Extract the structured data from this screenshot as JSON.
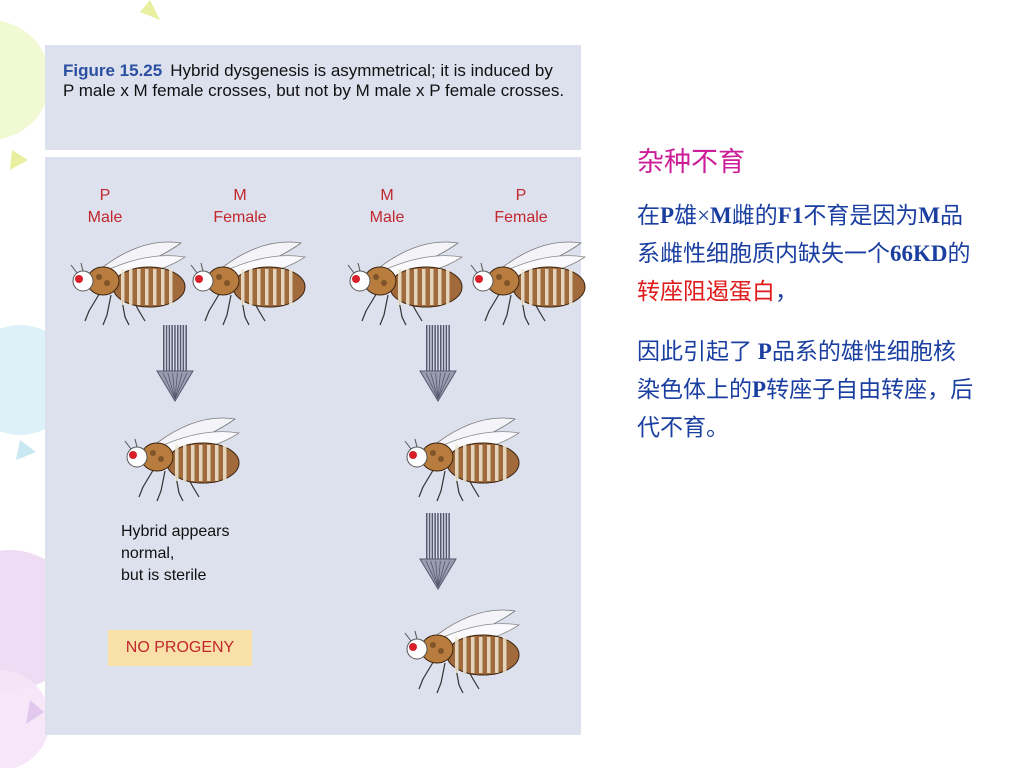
{
  "caption": {
    "figure_label": "Figure 15.25",
    "text": "Hybrid dysgenesis is asymmetrical; it is induced by P male x M female crosses, but not by M male x P female crosses."
  },
  "crosses": {
    "left": {
      "male_line1": "P",
      "male_line2": "Male",
      "female_line1": "M",
      "female_line2": "Female"
    },
    "right": {
      "male_line1": "M",
      "male_line2": "Male",
      "female_line1": "P",
      "female_line2": "Female"
    }
  },
  "hybrid_note": {
    "line1": "Hybrid appears",
    "line2": "normal,",
    "line3": "but is sterile"
  },
  "no_progeny": "NO PROGENY",
  "side": {
    "title": "杂种不育",
    "p1": {
      "s1": "在",
      "s2": "P",
      "s3": "雄×",
      "s4": "M",
      "s5": "雌的",
      "s6": "F1",
      "s7": "不育是因为",
      "s8": "M",
      "s9": "品系雌性细胞质内缺失一个",
      "s10": "66KD",
      "s11": "的",
      "highlight": "转座阻遏蛋白",
      "end": "，"
    },
    "p2": {
      "s1": "因此引起了 ",
      "s2": "P",
      "s3": "品系的雄性细胞核染色体上的",
      "s4": "P",
      "s5": "转座子自由转座，后代不育。"
    }
  },
  "colors": {
    "panel": "#dde1ee",
    "figure_label": "#2b4fa1",
    "label_red": "#c1272d",
    "side_text": "#1a3fa0",
    "side_title": "#cc1e99",
    "highlight": "#e01b1b",
    "no_progeny_bg": "#f9dfa8"
  }
}
